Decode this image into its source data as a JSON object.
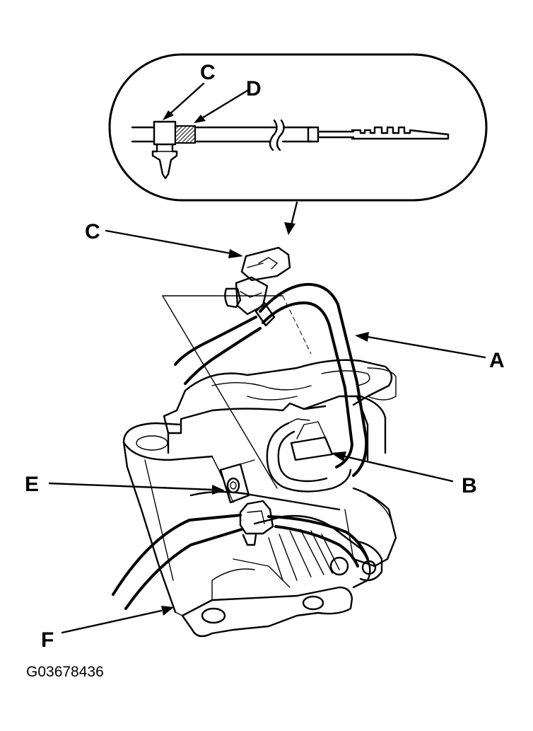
{
  "labels": {
    "A": "A",
    "B": "B",
    "C_inset": "C",
    "C_main": "C",
    "D": "D",
    "E": "E",
    "F": "F"
  },
  "figure_code": "G03678436"
}
